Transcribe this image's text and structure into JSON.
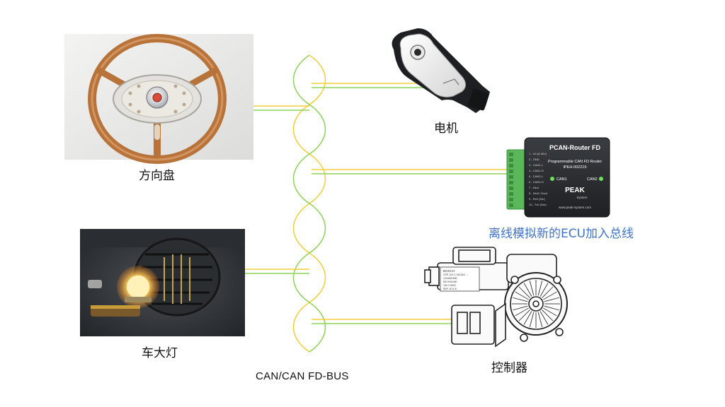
{
  "devices": {
    "steering_wheel": {
      "label": "方向盘"
    },
    "motor": {
      "label": "电机"
    },
    "router": {
      "title": "PCAN-Router FD",
      "subtitle": "Programmable CAN FD Router",
      "part": "IPEH-002215",
      "can1": "CAN1",
      "can2": "CAN2",
      "brand": "PEAK",
      "brand_sub": "System",
      "url": "www.peak-system.com",
      "pins": [
        "1 - Vb (8-30V)",
        "2 - GND",
        "3 - CAN1-L",
        "4 - CAN1-H",
        "5 - CAN2-L",
        "6 - CAN2-H",
        "7 - Din4",
        "8 - Din5 / Dout",
        "9 - Rx0 (Ser)",
        "10 - Tx0 (Ser)"
      ]
    },
    "headlight": {
      "label": "车大灯"
    },
    "controller": {
      "label": "控制器",
      "sticker": [
        "BOSCH",
        "CPE 12V 0 130 822 ...",
        "1234567890",
        "E8 HVM-MK",
        "100 0 0000",
        "REF 19 0/ 6"
      ]
    }
  },
  "note": "离线模拟新的ECU加入总线",
  "bus_label": "CAN/CAN  FD-BUS",
  "colors": {
    "bus_yellow": "#f2cf3a",
    "bus_green": "#8fd25a",
    "note_blue": "#3f73c9",
    "wood": "#b8733a",
    "router_body": "#2b2d30",
    "terminal_green": "#5bb85a"
  }
}
